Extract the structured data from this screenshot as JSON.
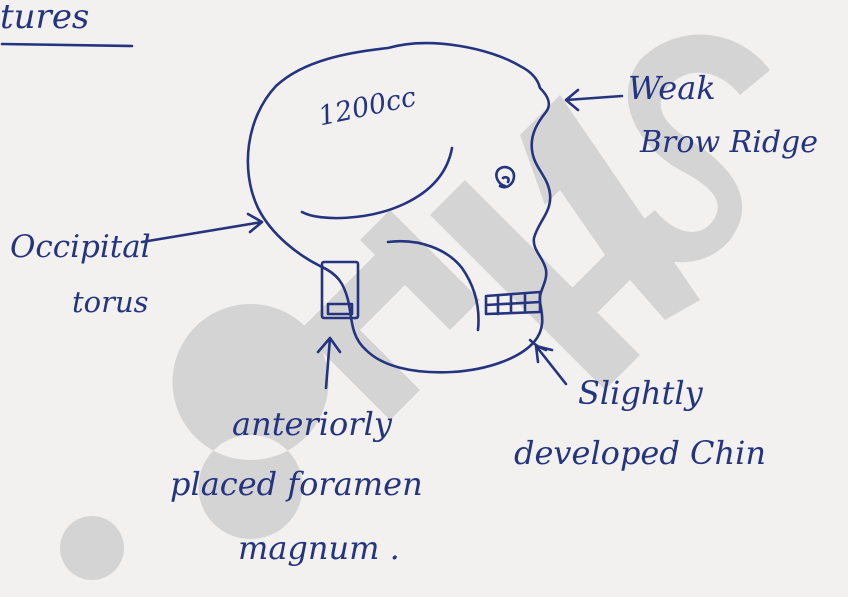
{
  "diagram": {
    "heading": "tures",
    "capacity_label": "1200cc",
    "labels": {
      "brow_ridge": [
        "Weak",
        "Brow Ridge"
      ],
      "occipital_torus": [
        "Occipital",
        "torus"
      ],
      "chin": [
        "Slightly",
        "developed Chin"
      ],
      "foramen_magnum": [
        "anteriorly",
        "placed foramen",
        "magnum ."
      ]
    }
  },
  "watermark": {
    "text": "ionIAS",
    "color": "#c8c8c8"
  },
  "colors": {
    "ink": "#24347f",
    "paper": "#f3f1ef"
  }
}
